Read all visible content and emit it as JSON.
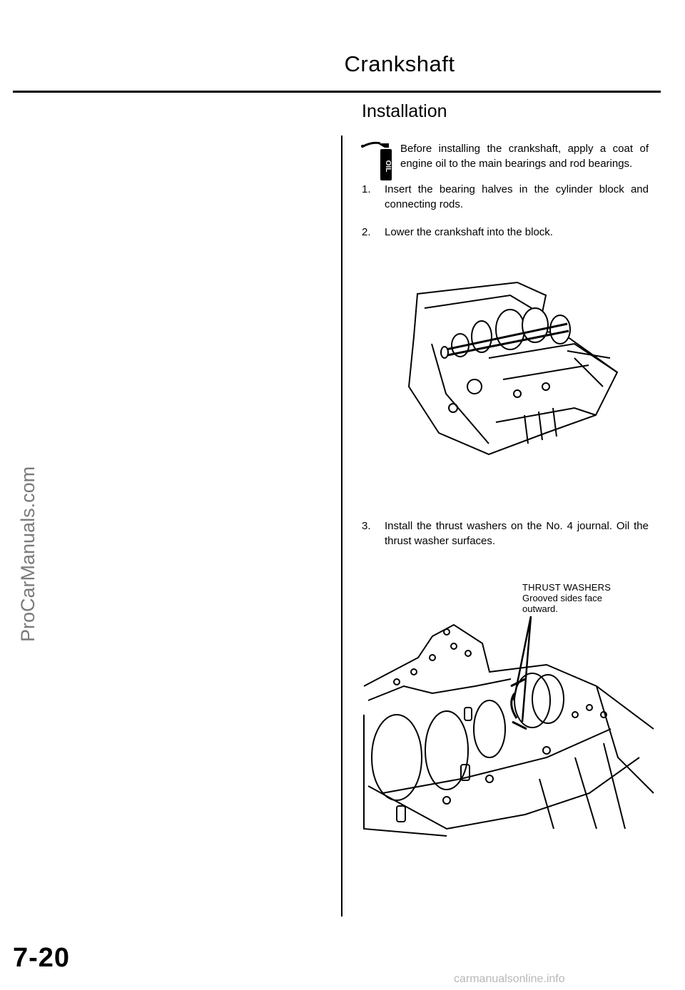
{
  "header": {
    "title": "Crankshaft"
  },
  "section": {
    "heading": "Installation"
  },
  "note": {
    "icon": "oil-can-icon",
    "icon_label": "OIL",
    "text": "Before installing the crankshaft, apply a coat of engine oil to the main bearings and rod bearings."
  },
  "steps": [
    {
      "number": "1.",
      "text": "Insert the bearing halves in the cylinder block and connecting rods."
    },
    {
      "number": "2.",
      "text": "Lower the crankshaft into the block."
    },
    {
      "number": "3.",
      "text": "Install the thrust washers on the No. 4 journal. Oil the thrust washer surfaces."
    }
  ],
  "callout": {
    "title": "THRUST WASHERS",
    "line1": "Grooved sides face",
    "line2": "outward."
  },
  "watermark": "ProCarManuals.com",
  "footer": {
    "page_number": "7-20",
    "site": "carmanualsonline.info"
  }
}
